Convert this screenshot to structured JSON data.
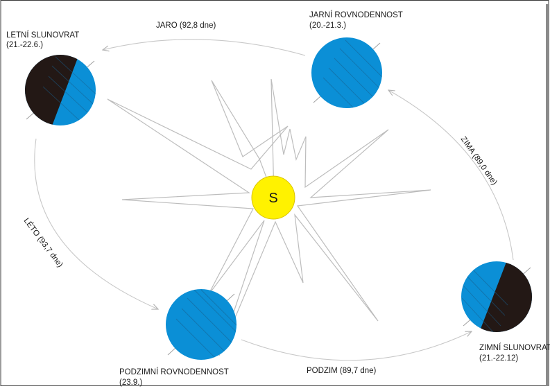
{
  "sun": {
    "label": "S",
    "color": "#FFF200"
  },
  "colors": {
    "earth_blue": "#0B8FD6",
    "night": "#231815",
    "orbit": "#c8c8c8",
    "ray": "#bdbdbd"
  },
  "positions": {
    "summer_solstice": {
      "name": "LETNÍ SLUNOVRAT",
      "date": "(21.-22.6.)"
    },
    "spring_equinox": {
      "name": "JARNÍ ROVNODENNOST",
      "date": "(20.-21.3.)"
    },
    "autumn_equinox": {
      "name": "PODZIMNÍ ROVNODENNOST",
      "date": "(23.9.)"
    },
    "winter_solstice": {
      "name": "ZIMNÍ SLUNOVRAT",
      "date": "(21.-22.12)"
    }
  },
  "seasons": {
    "spring": "JARO (92,8 dne)",
    "summer": "LÉTO (93,7 dne)",
    "autumn": "PODZIM (89,7 dne)",
    "winter": "ZIMA (89,0 dne)"
  }
}
